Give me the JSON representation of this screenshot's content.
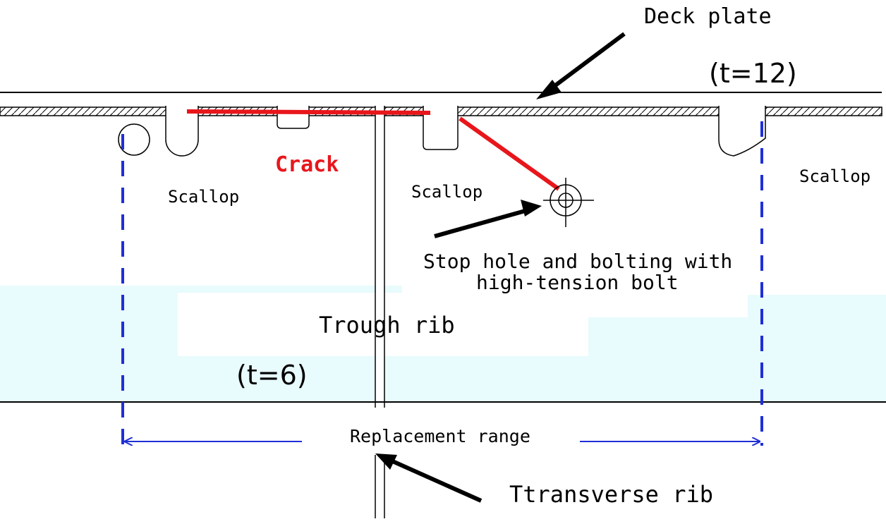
{
  "labels": {
    "deck_plate": "Deck plate",
    "t12": "(t=12)",
    "crack": "Crack",
    "scallop_left": "Scallop",
    "scallop_center": "Scallop",
    "scallop_right": "Scallop",
    "stop_hole_line1": "Stop hole and bolting with",
    "stop_hole_line2": "high-tension bolt",
    "trough_rib": "Trough rib",
    "t6": "(t=6)",
    "replacement_range": "Replacement range",
    "transverse_rib": "Ttransverse rib"
  },
  "colors": {
    "crack": "#e8161b",
    "dimension": "#1f2fd6",
    "trough_fill": "#e8fbfd",
    "outline": "#000000",
    "crack_label": "#e8161b"
  }
}
